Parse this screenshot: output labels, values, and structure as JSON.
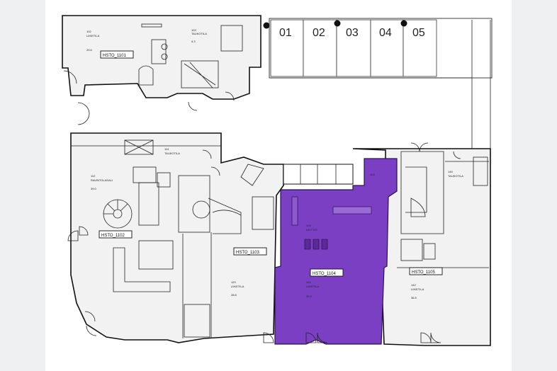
{
  "parking": {
    "spots": [
      "01",
      "02",
      "03",
      "04",
      "05"
    ]
  },
  "units": [
    {
      "id": "HSTO_1101"
    },
    {
      "id": "HSTO_1102"
    },
    {
      "id": "HSTO_1103"
    },
    {
      "id": "HSTO_1104"
    },
    {
      "id": "HSTO_1105"
    }
  ],
  "colors": {
    "highlight": "#7b3fc4",
    "wall": "#111111",
    "floor": "#f2f2f2",
    "background": "#ffffff"
  }
}
